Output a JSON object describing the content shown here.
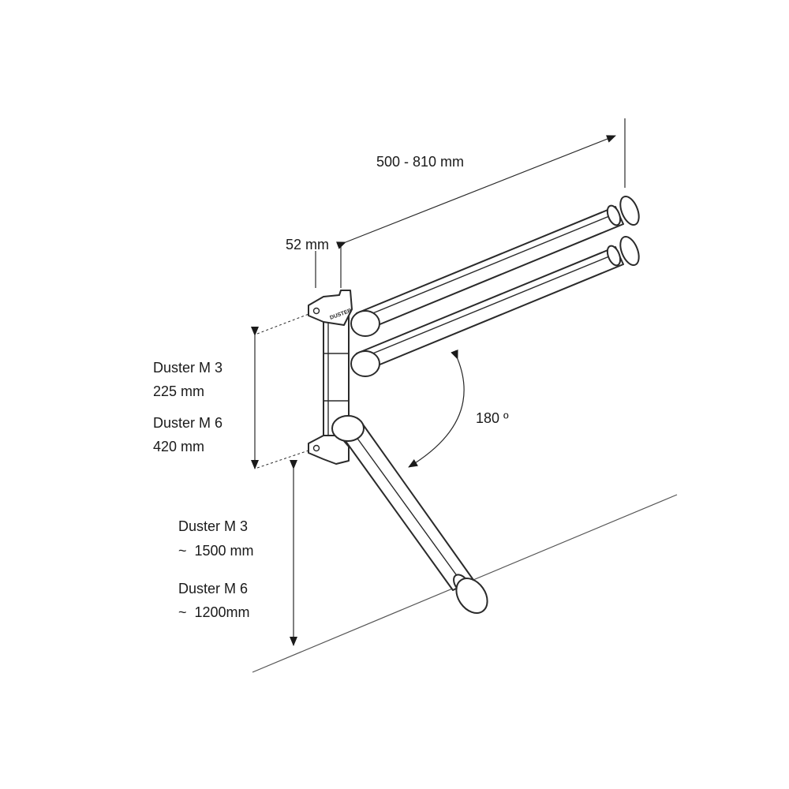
{
  "labels": {
    "width_range": "500 - 810 mm",
    "depth": "52 mm",
    "height_m3_model": "Duster M 3",
    "height_m3_value": "225 mm",
    "height_m6_model": "Duster M 6",
    "height_m6_value": "420 mm",
    "rotation": "180 º",
    "length_m3_model": "Duster M 3",
    "length_m3_value": "~  1500 mm",
    "length_m6_model": "Duster M 6",
    "length_m6_value": "~  1200mm",
    "brand_mark": "DUSTER"
  }
}
